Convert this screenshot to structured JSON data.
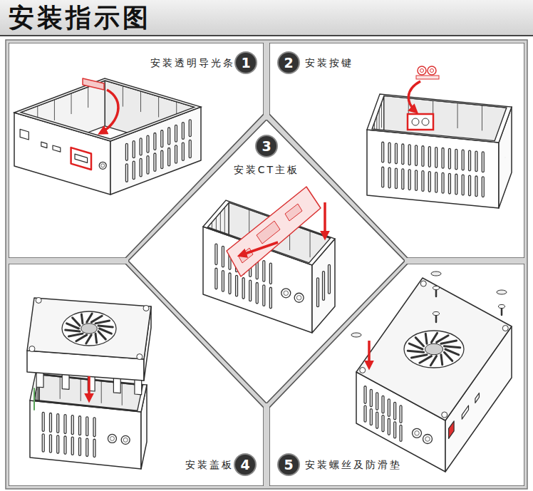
{
  "diagram": {
    "title": "安装指示图",
    "nodes": [
      {
        "text": [
          "安装透明导光条"
        ]
      },
      {
        "text": [
          "1"
        ],
        "in": 0
      },
      {
        "text": [
          "安装按键"
        ]
      },
      {
        "text": [
          "2"
        ],
        "in": 2
      },
      {
        "text": [
          "安装CT主板"
        ]
      },
      {
        "text": [
          "3"
        ],
        "in": 4
      },
      {
        "text": [
          "安装盖板"
        ]
      },
      {
        "text": [
          "4"
        ],
        "in": 6
      },
      {
        "text": [
          "安装螺丝及防滑垫"
        ]
      },
      {
        "text": [
          "5"
        ],
        "in": 8
      }
    ]
  }
}
